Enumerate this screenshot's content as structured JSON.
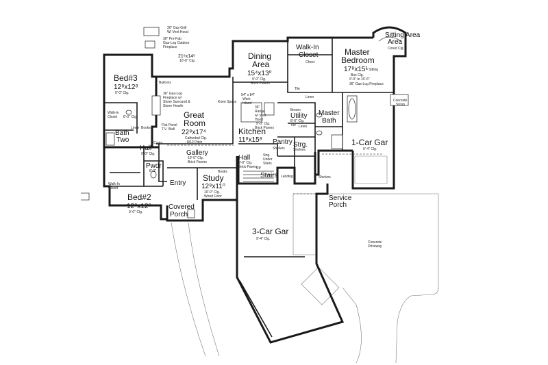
{
  "rooms": {
    "sitting": {
      "name": "Sitting Area",
      "line2": "Area",
      "note": "Cored Clg."
    },
    "walkin_closet": {
      "name": "Walk-In",
      "line2": "Closet",
      "note": "Chest"
    },
    "master_bedroom": {
      "name": "Master",
      "line2": "Bedroom",
      "dim": "17⁸x15¹",
      "note1": "Box Clg.",
      "note2": "9'-0\" to 10'-6\"",
      "note3": "36\" Gas-Log Fireplace",
      "sitting_tag": "• Sitting"
    },
    "dining": {
      "name": "Dining",
      "line2": "Area",
      "dim": "15⁴x13⁰",
      "note1": "9'-0\" Clg.",
      "note2": "Brick Pavers"
    },
    "outdoor": {
      "dim": "21⁸x14⁸",
      "note1": "10'-0\" Clg.",
      "grill": "30\" Gas Grill",
      "grill2": "W/ Vent Hood",
      "fp1": "36\" Pre-Fab",
      "fp2": "Gas-Log Outdoor",
      "fp3": "Fireplace"
    },
    "bed3": {
      "name": "Bed#3",
      "dim": "12⁸x12⁸",
      "note": "9'-0\" Clg."
    },
    "great_room": {
      "name": "Great",
      "line2": "Room",
      "dim": "22⁸x17⁴",
      "note1": "Cathedral Clg.",
      "note2": "- 8/12 Pitch",
      "fp1": "36\" Gas-Log",
      "fp2": "Fireplace w/",
      "fp3": "Stone Surround &",
      "fp4": "Stone Hearth",
      "builtins": "Built-ins",
      "tv1": "Flat Panel",
      "tv2": "T.V. Wall",
      "knee": "Knee Space"
    },
    "kitchen": {
      "name": "Kitchen",
      "dim": "11⁸x15⁸",
      "note1": "9'-0\" Clg.",
      "note2": "Brick Pavers",
      "island1": "54\" x 84\"",
      "island2": "Work",
      "island3": "Island",
      "range1": "36\"",
      "range2": "Range",
      "range3": "w/ Vent",
      "range4": "Hood"
    },
    "tile": {
      "name": "Tile"
    },
    "linen": {
      "name": "Linen"
    },
    "broom": {
      "name": "Broom"
    },
    "utility": {
      "name": "Utility",
      "note": "8'-0\" Clg.",
      "tile": "Tile",
      "linen": "Linen"
    },
    "master_bath": {
      "name": "Master",
      "line2": "Bath"
    },
    "concrete_stoop": {
      "name": "Concrete",
      "line2": "Stoop"
    },
    "one_car": {
      "name": "1-Car Gar",
      "note": "9'-4\" Clg."
    },
    "pantry": {
      "name": "Pantry",
      "shelves": "Shelves"
    },
    "storage": {
      "name": "Strg.",
      "shelves": "Shelves"
    },
    "hall_kitchen": {
      "name": "Hall",
      "note1": "9'-0\" Clg.",
      "note2": "Brick Pavers"
    },
    "stairs": {
      "name": "Stairs",
      "under1": "Strg.",
      "under2": "Under",
      "under3": "Stairs",
      "landing": "Landing",
      "up": "UP"
    },
    "gallery": {
      "name": "Gallery",
      "note1": "10'-0\" Clg.",
      "note2": "Brick Pavers"
    },
    "study": {
      "name": "Study",
      "dim": "12⁸x11⁰",
      "note1": "10'-0\" Clg.",
      "note2": "Wood Floor",
      "books": "Books"
    },
    "bath_two": {
      "name": "Bath",
      "line2": "Two",
      "walkin1": "Walk-In",
      "walkin2": "Closet",
      "clg": "8'-0\" Clg."
    },
    "hall_left": {
      "name": "Hall",
      "note": "9'-0\" Clg.",
      "linen": "Linen",
      "books": "Books",
      "coats": "Coats"
    },
    "pwdr": {
      "name": "Pwdr",
      "note": "8'-0\""
    },
    "entry": {
      "name": "Entry"
    },
    "bed2": {
      "name": "Bed#2",
      "dim": "12⁸x12⁸",
      "note": "9'-0\" Clg.",
      "walkin1": "Walk-In",
      "walkin2": "Closet"
    },
    "covered_porch": {
      "name": "Covered",
      "line2": "Porch"
    },
    "three_car": {
      "name": "3-Car Gar",
      "note": "9'-4\" Clg."
    },
    "service_porch": {
      "name": "Service",
      "line2": "Porch",
      "shelves": "Shelves"
    },
    "driveway": {
      "name": "Concrete",
      "line2": "Driveway"
    }
  }
}
